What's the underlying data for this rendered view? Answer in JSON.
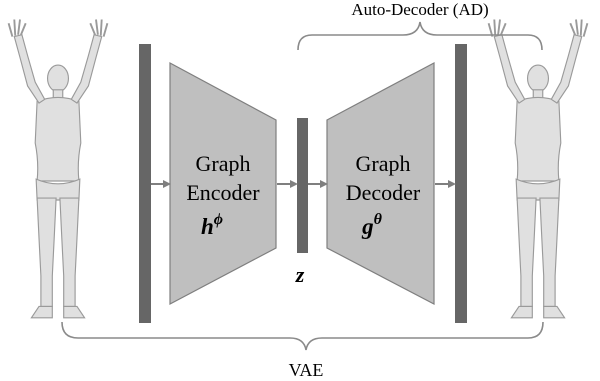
{
  "diagram": {
    "top_brace_label": "Auto-Decoder (AD)",
    "bottom_brace_label": "VAE",
    "encoder": {
      "line1": "Graph",
      "line2": "Encoder",
      "symbol": "h",
      "superscript": "ϕ"
    },
    "decoder": {
      "line1": "Graph",
      "line2": "Decoder",
      "symbol": "g",
      "superscript": "θ"
    },
    "latent_label": "z",
    "colors": {
      "block_fill": "#bfbfbf",
      "block_stroke": "#7f7f7f",
      "bar_fill": "#666666",
      "arrow": "#7f7f7f",
      "brace": "#8a8a8a",
      "mesh_fill": "#e0e0e0",
      "mesh_stroke": "#9a9a9a",
      "text": "#000000"
    },
    "icons": {
      "input_mesh": "human-body-mesh",
      "output_mesh": "human-body-mesh"
    }
  }
}
